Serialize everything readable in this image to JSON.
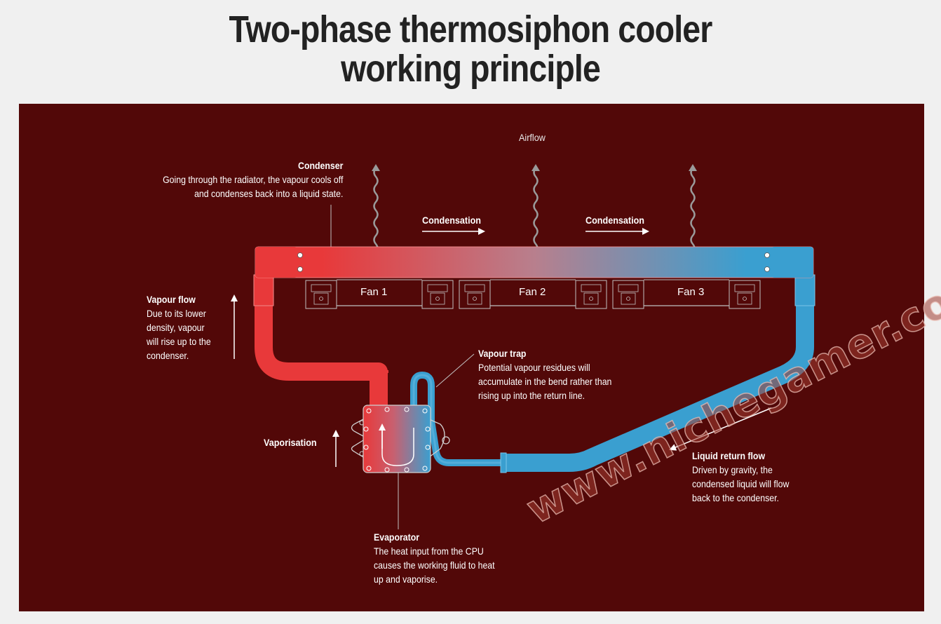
{
  "title": {
    "line1": "Two-phase thermosiphon cooler",
    "line2": "working principle"
  },
  "airflow_label": "Airflow",
  "condensation_labels": [
    "Condensation",
    "Condensation"
  ],
  "fans": [
    "Fan 1",
    "Fan 2",
    "Fan 3"
  ],
  "condenser": {
    "heading": "Condenser",
    "body": "Going through the radiator, the vapour cools off\nand condenses back into a liquid state."
  },
  "vapour_flow": {
    "heading": "Vapour flow",
    "body": "Due to its lower\ndensity, vapour\nwill rise up to the\ncondenser."
  },
  "vapour_trap": {
    "heading": "Vapour trap",
    "body": "Potential vapour residues will\naccumulate in the bend rather than\nrising up into the return line."
  },
  "vaporisation_label": "Vaporisation",
  "liquid_return": {
    "heading": "Liquid return flow",
    "body": "Driven by gravity, the\ncondensed liquid will flow\nback to the condenser."
  },
  "evaporator": {
    "heading": "Evaporator",
    "body": "The heat input from the CPU\ncauses the working fluid to heat\nup and vaporise."
  },
  "watermark": "www.nichegamer.com",
  "colors": {
    "background_panel": "#520808",
    "page_background": "#f0f0f0",
    "hot": "#e8393a",
    "cold": "#3a9fd0",
    "text": "#ffffff",
    "fan_gray": "#c0c0c0"
  }
}
